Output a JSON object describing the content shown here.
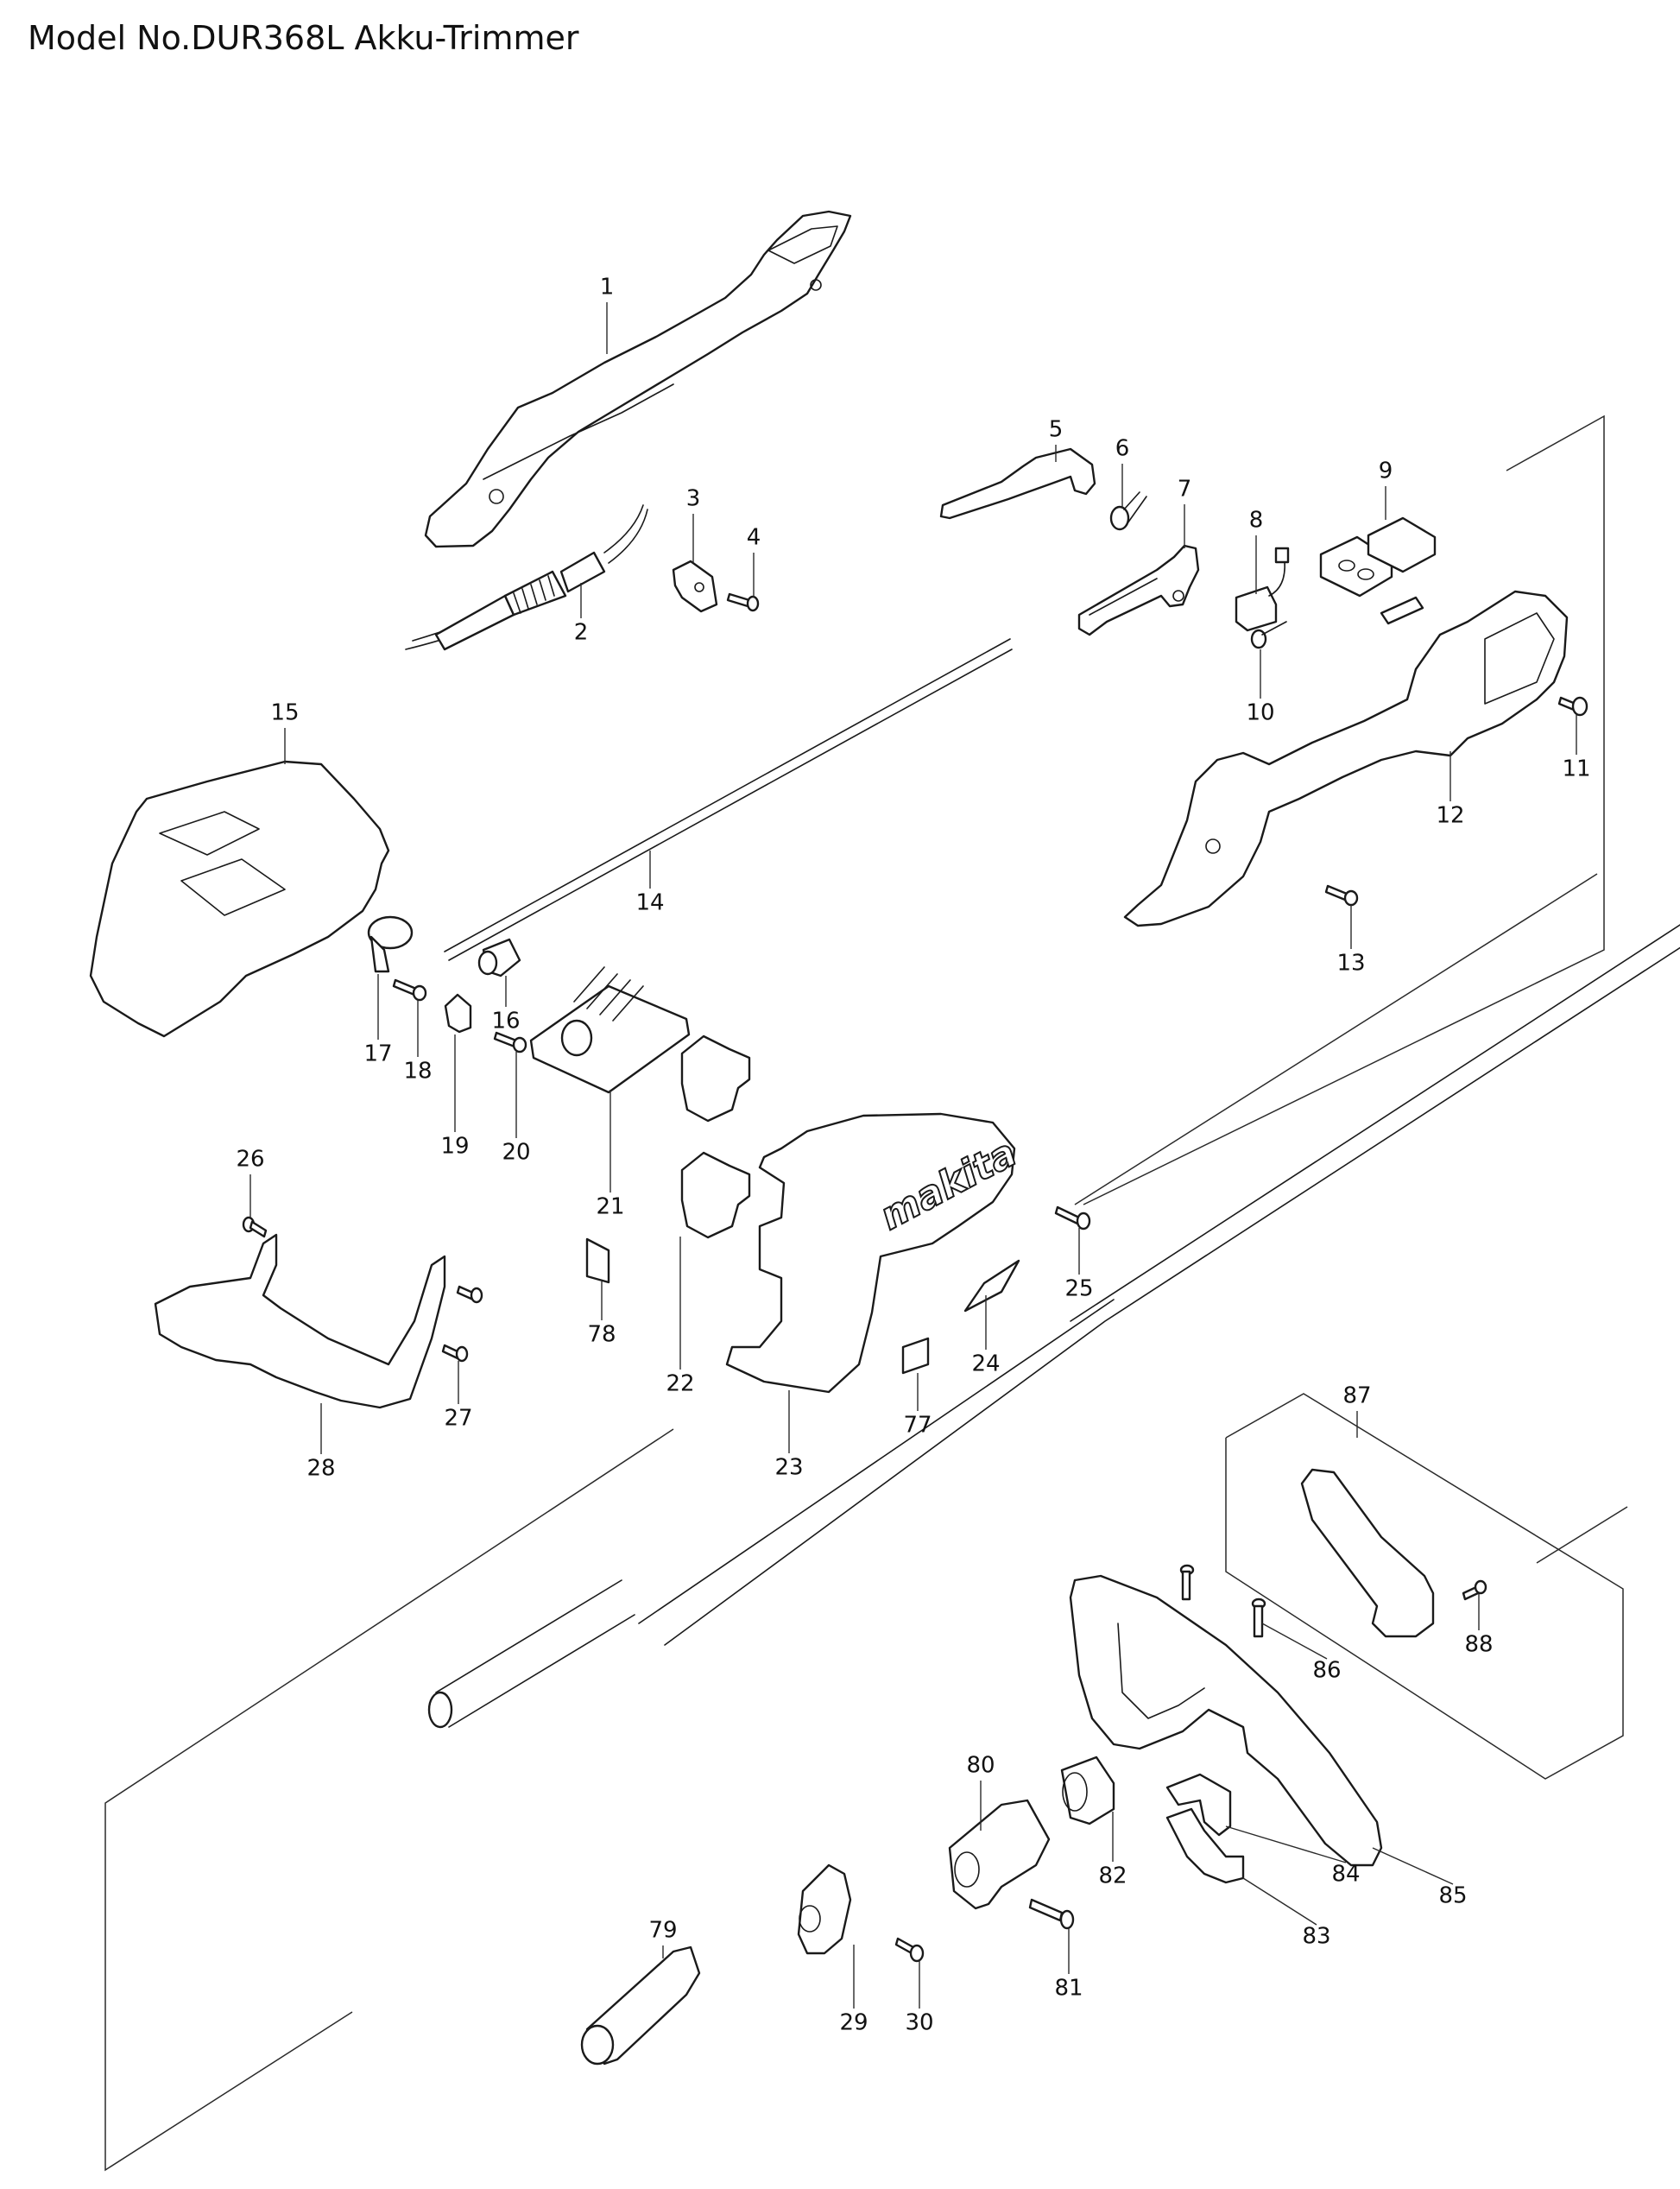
{
  "title": "Model No.DUR368L Akku-Trimmer",
  "brand_logo": "makita",
  "callouts": {
    "p1": "1",
    "p2": "2",
    "p3": "3",
    "p4": "4",
    "p5": "5",
    "p6": "6",
    "p7": "7",
    "p8": "8",
    "p9": "9",
    "p10": "10",
    "p11": "11",
    "p12": "12",
    "p13": "13",
    "p14": "14",
    "p15": "15",
    "p16": "16",
    "p17": "17",
    "p18": "18",
    "p19": "19",
    "p20": "20",
    "p21": "21",
    "p22": "22",
    "p23": "23",
    "p24": "24",
    "p25": "25",
    "p26": "26",
    "p27": "27",
    "p28": "28",
    "p29": "29",
    "p30": "30",
    "p77": "77",
    "p78": "78",
    "p79": "79",
    "p80": "80",
    "p81": "81",
    "p82": "82",
    "p83": "83",
    "p84": "84",
    "p85": "85",
    "p86": "86",
    "p87": "87",
    "p88": "88"
  },
  "colors": {
    "line": "#1a1a1a",
    "background": "#ffffff"
  }
}
